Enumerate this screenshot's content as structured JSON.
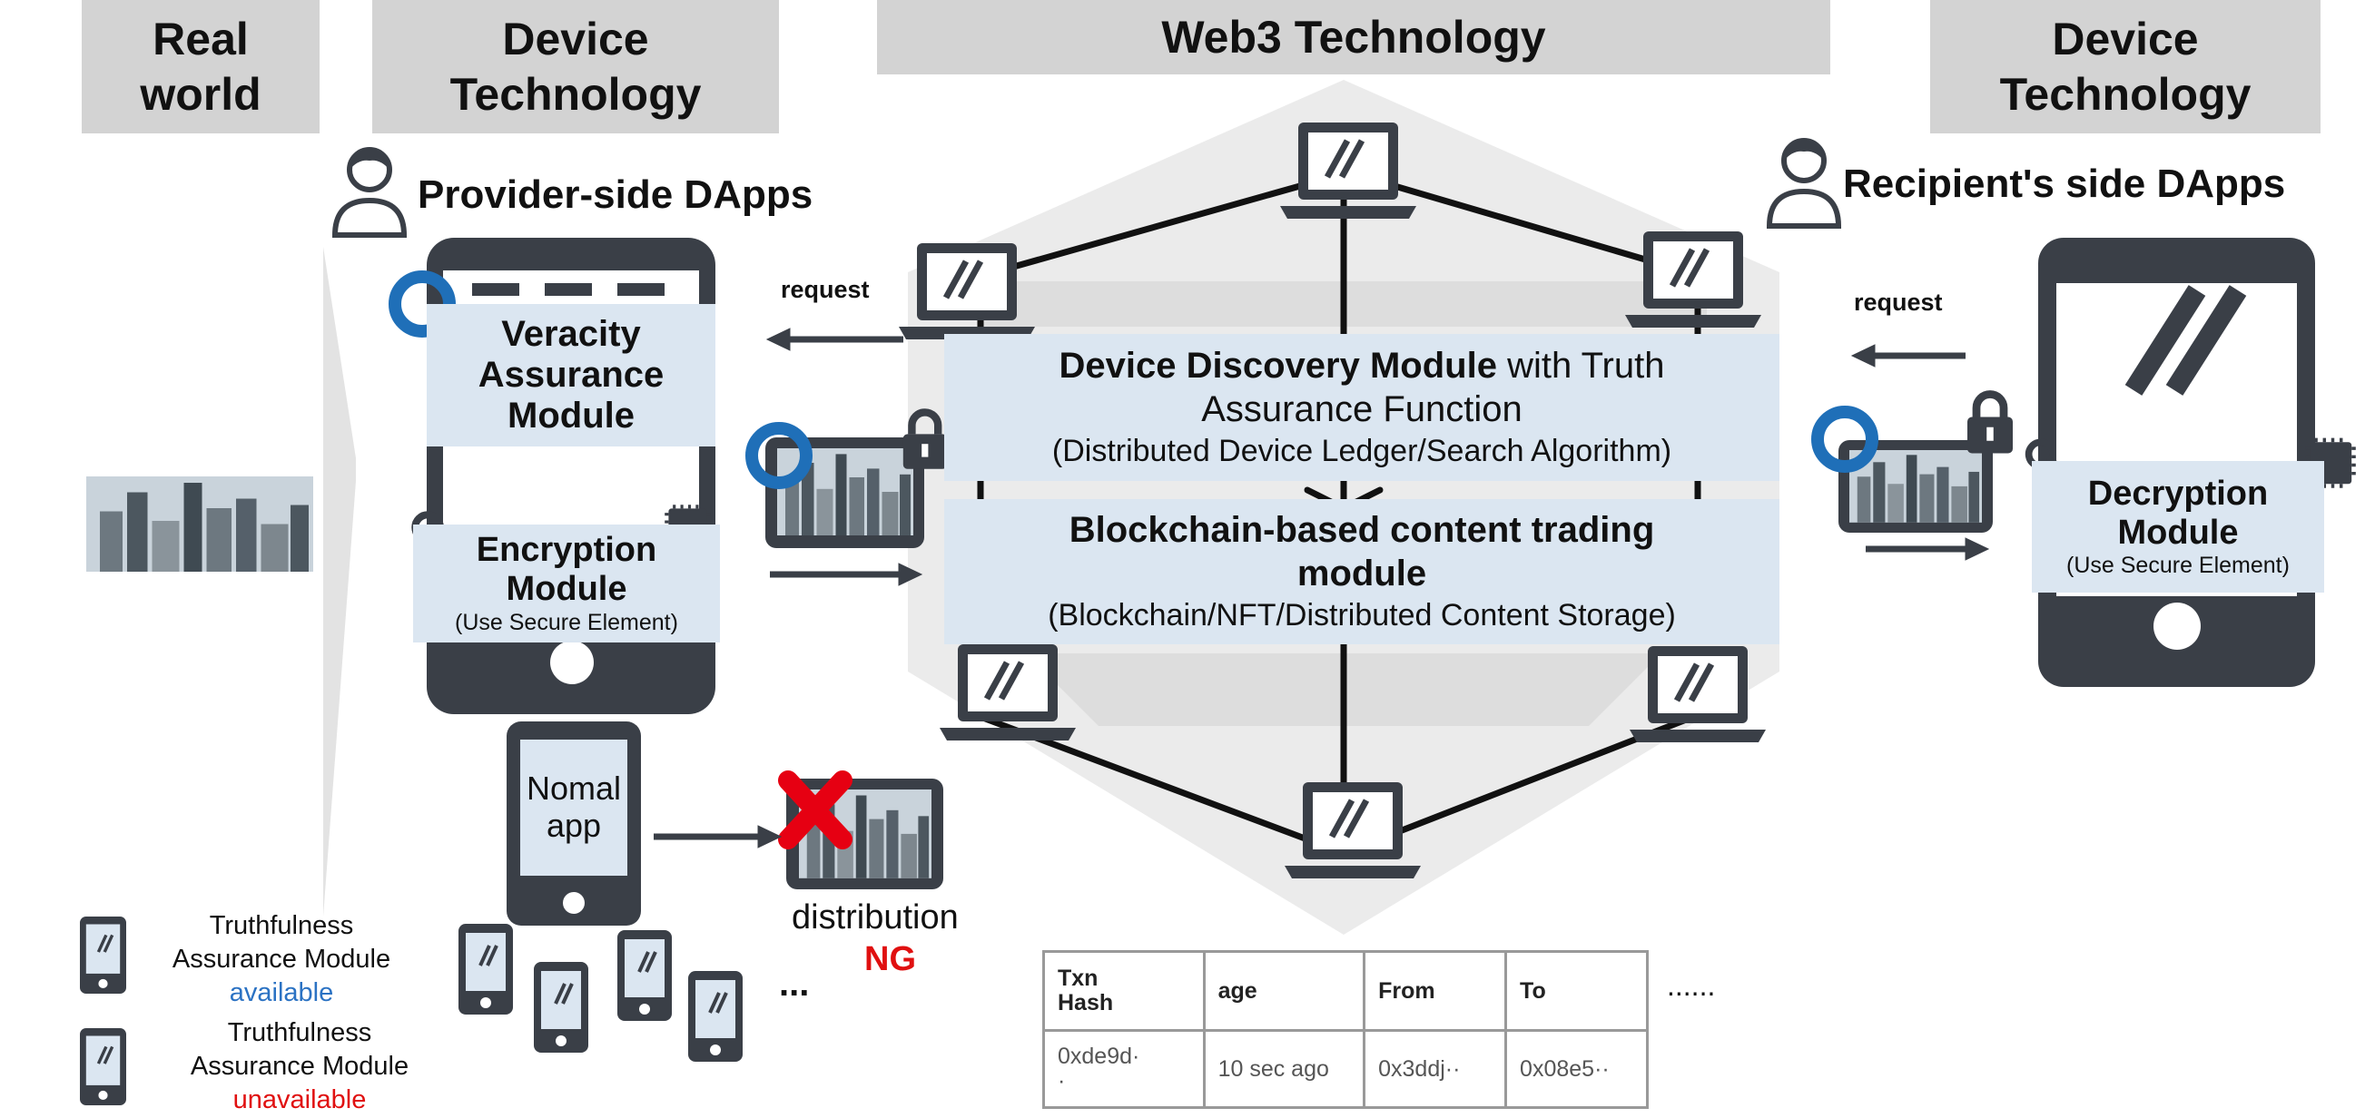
{
  "headers": {
    "real_world": "Real\nworld",
    "device_tech_left": "Device\nTechnology",
    "web3": "Web3 Technology",
    "device_tech_right": "Device\nTechnology"
  },
  "provider_title": "Provider-side DApps",
  "recipient_title": "Recipient's side DApps",
  "request_left": "request",
  "request_right": "request",
  "veracity": "Veracity\nAssurance\nModule",
  "encryption_title": "Encryption\nModule",
  "encryption_sub": "(Use  Secure Element)",
  "decryption_title": "Decryption\nModule",
  "decryption_sub": "(Use Secure Element)",
  "discovery": {
    "title_bold": "Device Discovery Module",
    "title_rest": " with Truth\nAssurance Function",
    "sub": "(Distributed Device Ledger/Search Algorithm)"
  },
  "blockchain": {
    "title": "Blockchain-based content trading\nmodule",
    "sub": "(Blockchain/NFT/Distributed Content Storage)"
  },
  "normal_app": "Nomal\napp",
  "distribution": "distribution",
  "ng": "NG",
  "ellipsis_phones": "...",
  "ellipsis_table": "......",
  "legend": {
    "available_label": "Truthfulness\nAssurance Module",
    "available_status": "available",
    "unavailable_label": "Truthfulness\nAssurance Module",
    "unavailable_status": "unavailable"
  },
  "txn_table": {
    "headers": [
      "Txn\nHash",
      "age",
      "From",
      "To"
    ],
    "row": [
      "0xde9d·\n·",
      "10 sec ago",
      "0x3ddj··",
      "0x08e5··"
    ]
  },
  "colors": {
    "header_bg": "#d3d3d3",
    "panel_bg": "#dbe6f1",
    "device_dark": "#3a3f47",
    "ring_blue": "#1f6fb8",
    "available_blue": "#2b72c3",
    "unavailable_red": "#e01010",
    "cross_red": "#e60012",
    "network_bg": "#ebebeb"
  },
  "icons": [
    "person-icon",
    "smartphone-icon",
    "laptop-icon",
    "tablet-icon",
    "padlock-icon",
    "key-icon",
    "chip-icon",
    "blue-ring-icon",
    "red-cross-icon",
    "arrow-icon"
  ]
}
